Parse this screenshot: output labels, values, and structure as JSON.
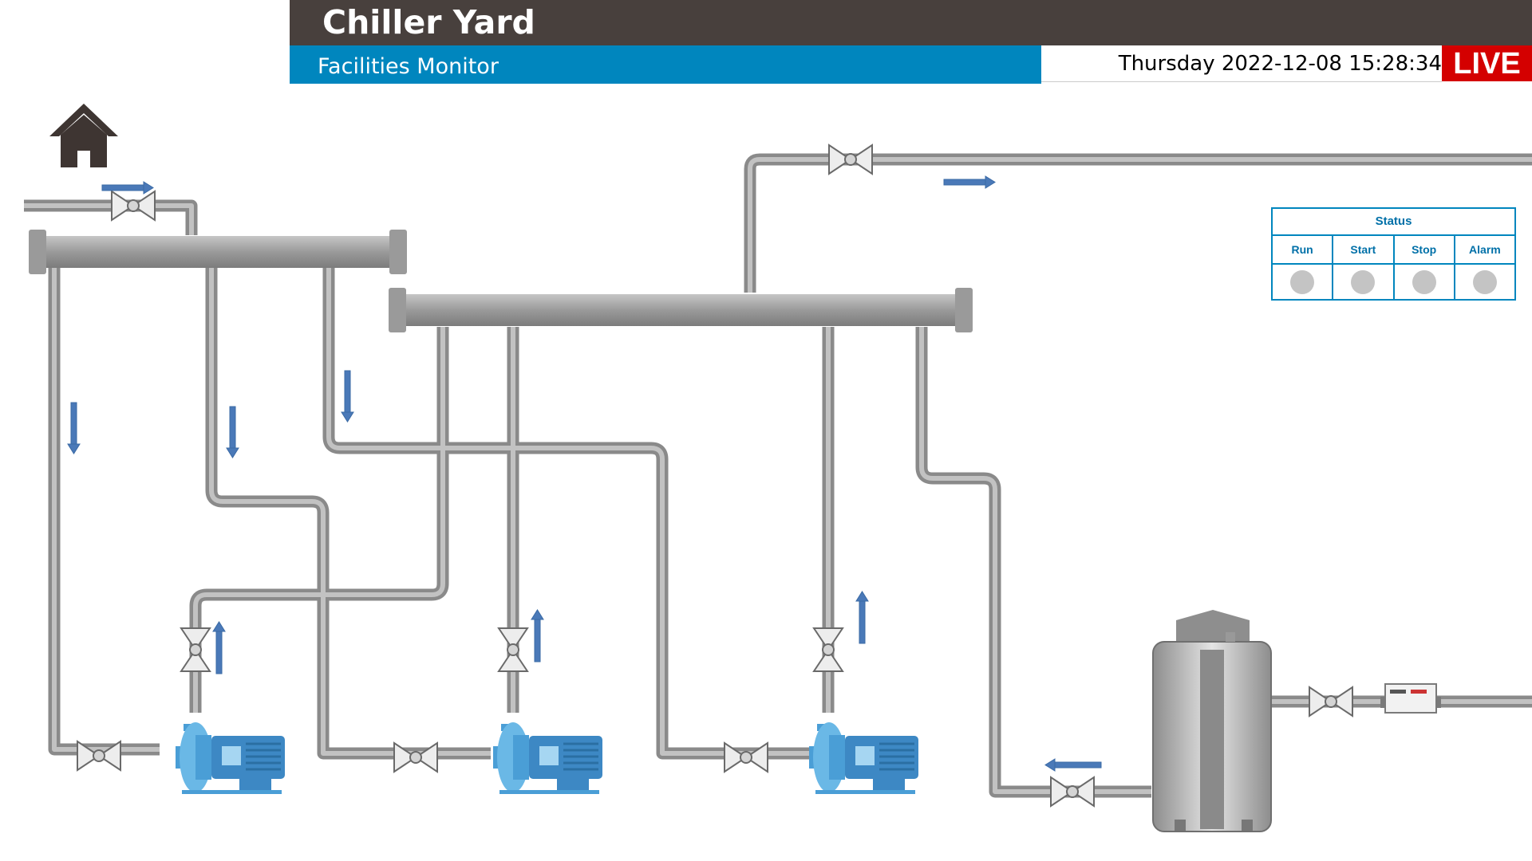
{
  "header": {
    "title": "Chiller Yard",
    "subtitle": "Facilities Monitor",
    "datetime": "Thursday 2022-12-08 15:28:34",
    "live_label": "LIVE"
  },
  "nav": {
    "home_icon": "home-icon"
  },
  "status_panel": {
    "title": "Status",
    "columns": [
      {
        "label": "Run"
      },
      {
        "label": "Start"
      },
      {
        "label": "Stop"
      },
      {
        "label": "Alarm"
      }
    ]
  },
  "colors": {
    "header_dark": "#48403d",
    "header_blue": "#0086be",
    "live_red": "#d40000",
    "pipe_gray": "#a6a6a6",
    "flow_arrow_blue": "#4a79b8",
    "pump_blue": "#4a9ed6",
    "status_light_off": "#c4c4c4"
  }
}
